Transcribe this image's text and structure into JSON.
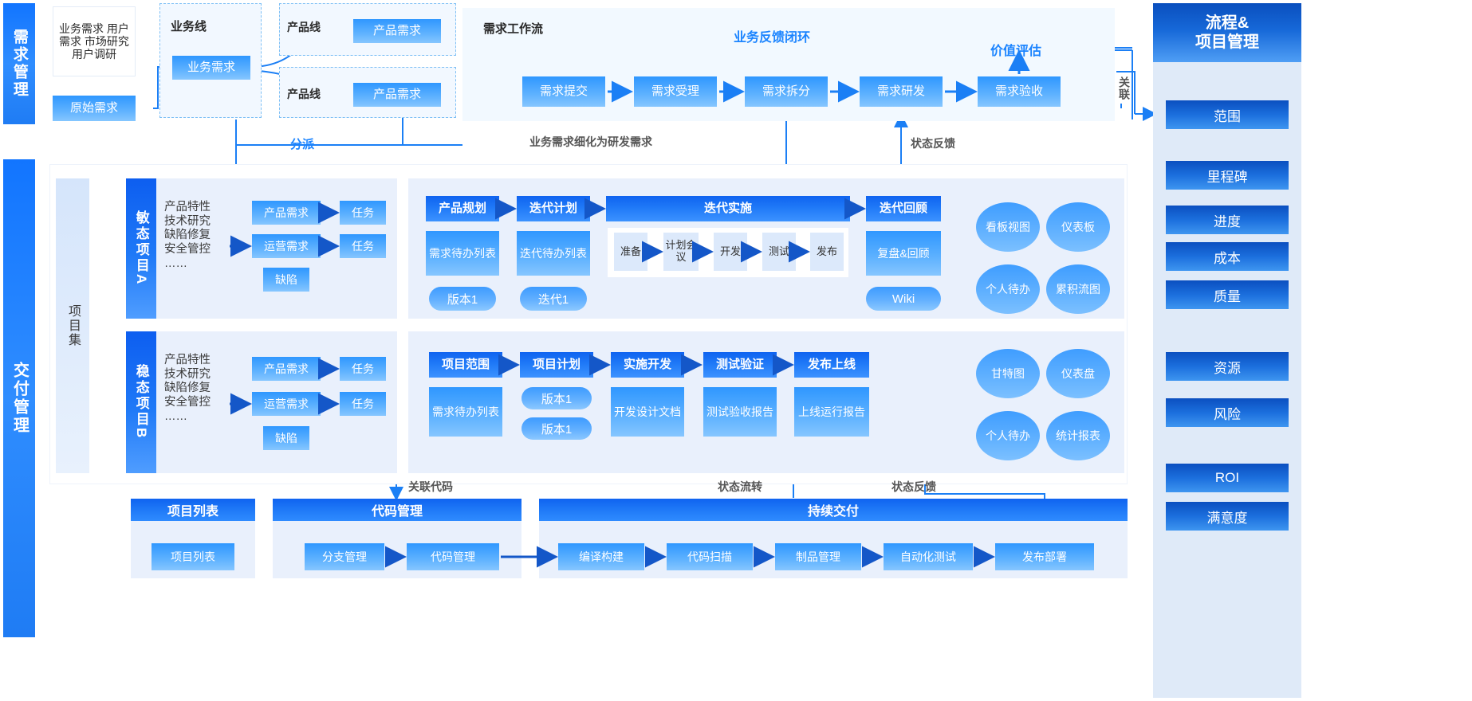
{
  "bands": {
    "demand": "需求管理",
    "delivery": "交付管理"
  },
  "demand": {
    "sources_box": "业务需求 用户需求 市场研究 用户调研",
    "raw_demand": "原始需求",
    "business_line_title": "业务线",
    "business_demand": "业务需求",
    "product_line_title_1": "产品线",
    "product_line_title_2": "产品线",
    "product_demand_1": "产品需求",
    "product_demand_2": "产品需求",
    "workflow_title": "需求工作流",
    "feedback_loop": "业务反馈闭环",
    "value_assessment": "价值评估",
    "steps": [
      "需求提交",
      "需求受理",
      "需求拆分",
      "需求研发",
      "需求验收"
    ]
  },
  "connectors": {
    "dispatch": "分派",
    "refine": "业务需求细化为研发需求",
    "status_feedback_top": "状态反馈",
    "link_code": "关联代码",
    "status_flow": "状态流转",
    "status_feedback_bottom": "状态反馈",
    "relate": "关联"
  },
  "delivery": {
    "project_set": "项目集",
    "projectA": {
      "name": "敏态项目A",
      "work_types": "产品特性\n技术研究\n缺陷修复\n安全管控\n……",
      "items": [
        {
          "demand": "产品需求",
          "task": "任务"
        },
        {
          "demand": "运营需求",
          "task": "任务"
        }
      ],
      "defect": "缺陷",
      "phases": [
        "产品规划",
        "迭代计划",
        "迭代实施",
        "迭代回顾"
      ],
      "backlogs": [
        "需求待办列表",
        "迭代待办列表"
      ],
      "sprint_steps": [
        "准备",
        "计划会议",
        "开发",
        "测试",
        "发布"
      ],
      "retro": "复盘&回顾",
      "tags": [
        "版本1",
        "迭代1"
      ],
      "wiki": "Wiki",
      "views": [
        "看板视图",
        "仪表板",
        "个人待办",
        "累积流图"
      ]
    },
    "projectB": {
      "name": "稳态项目B",
      "work_types": "产品特性\n技术研究\n缺陷修复\n安全管控\n……",
      "items": [
        {
          "demand": "产品需求",
          "task": "任务"
        },
        {
          "demand": "运营需求",
          "task": "任务"
        }
      ],
      "defect": "缺陷",
      "phases": [
        "项目范围",
        "项目计划",
        "实施开发",
        "测试验证",
        "发布上线"
      ],
      "artifacts": [
        "需求待办列表",
        "开发设计文档",
        "测试验收报告",
        "上线运行报告"
      ],
      "versions": [
        "版本1",
        "版本1"
      ],
      "views": [
        "甘特图",
        "仪表盘",
        "个人待办",
        "统计报表"
      ]
    }
  },
  "bottom": {
    "project_list": {
      "title": "项目列表",
      "item": "项目列表"
    },
    "code_mgmt": {
      "title": "代码管理",
      "items": [
        "分支管理",
        "代码管理"
      ]
    },
    "cicd": {
      "title": "持续交付",
      "items": [
        "编译构建",
        "代码扫描",
        "制品管理",
        "自动化测试",
        "发布部署"
      ]
    }
  },
  "rail": {
    "title": "流程&\n项目管理",
    "title_line1": "流程&",
    "title_line2": "项目管理",
    "items": [
      "范围",
      "里程碑",
      "进度",
      "成本",
      "质量",
      "资源",
      "风险",
      "ROI",
      "满意度"
    ]
  },
  "colors": {
    "accent": "#1b84ff",
    "deep": "#0f63f0",
    "panel": "#e7eefb",
    "light": "#f2f9ff",
    "rail": "#dfeaf8"
  }
}
